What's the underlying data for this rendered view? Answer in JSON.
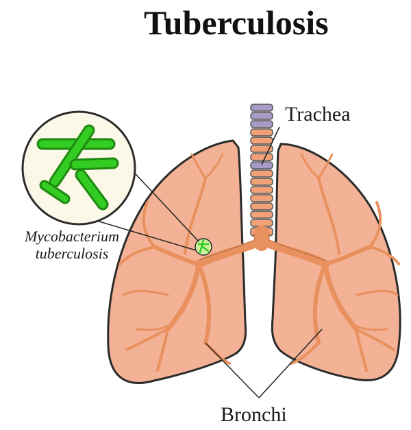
{
  "title": "Tuberculosis",
  "labels": {
    "trachea": "Trachea",
    "bronchi": "Bronchi",
    "mycobacterium_line1": "Mycobacterium",
    "mycobacterium_line2": "tuberculosis"
  },
  "colors": {
    "lung_fill": "#F3B195",
    "lung_stroke": "#2b2b2b",
    "bronchi": "#E8905E",
    "trachea_ring": "#F0A178",
    "trachea_cap": "#A69BC4",
    "bacteria": "#33CC22",
    "magnifier_bg": "#FBF8E8"
  },
  "icons": [
    "magnifier-circle",
    "bacteria-icon",
    "infection-spot-icon"
  ]
}
